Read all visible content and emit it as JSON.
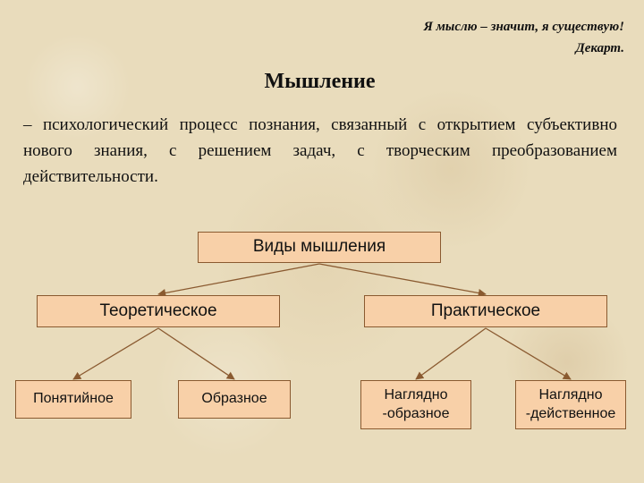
{
  "epigraph": {
    "quote": "Я мыслю – значит, я существую!",
    "author": "Декарт."
  },
  "title": "Мышление",
  "definition": "– психологический процесс познания, связанный с открытием субъективно нового знания, с решением задач, с творческим преобразованием действительности.",
  "diagram": {
    "root": "Виды мышления",
    "theoretical": {
      "label": "Теоретическое",
      "children": [
        "Понятийное",
        "Образное"
      ]
    },
    "practical": {
      "label": "Практическое",
      "children": [
        "Наглядно -образное",
        "Наглядно -действенное"
      ]
    }
  },
  "colors": {
    "background": "#e9dcbc",
    "box_fill": "#f8d0a8",
    "box_border": "#8a5a30",
    "arrow": "#8a5a30"
  }
}
